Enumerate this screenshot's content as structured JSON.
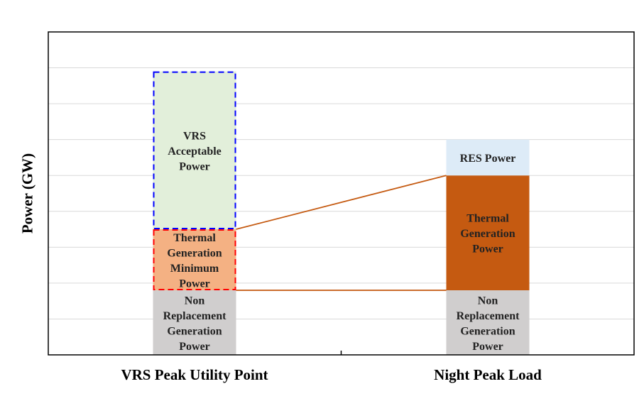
{
  "chart_data": {
    "type": "bar",
    "stacked": true,
    "title": "",
    "xlabel": "",
    "ylabel": "Power (GW)",
    "ylim": [
      0,
      9
    ],
    "grid": true,
    "y_tick_labels_shown": false,
    "categories": [
      "VRS Peak Utility Point",
      "Night Peak Load"
    ],
    "stacks": [
      {
        "category": "VRS Peak Utility Point",
        "segments": [
          {
            "label_lines": [
              "Non",
              "Replacement",
              "Generation",
              "Power"
            ],
            "bottom": 0,
            "top": 1.8,
            "fill": "#d0cece",
            "border": "none"
          },
          {
            "label_lines": [
              "Thermal",
              "Generation",
              "Minimum",
              "Power"
            ],
            "bottom": 1.8,
            "top": 3.5,
            "fill": "#f4b183",
            "border": "#ff0000",
            "border_style": "dashed"
          },
          {
            "label_lines": [
              "VRS",
              "Acceptable",
              "Power"
            ],
            "bottom": 3.5,
            "top": 7.9,
            "fill": "#e2efda",
            "border": "#0000ff",
            "border_style": "dashed"
          }
        ]
      },
      {
        "category": "Night Peak Load",
        "segments": [
          {
            "label_lines": [
              "Non",
              "Replacement",
              "Generation",
              "Power"
            ],
            "bottom": 0,
            "top": 1.8,
            "fill": "#d0cece",
            "border": "none"
          },
          {
            "label_lines": [
              "Thermal",
              "Generation",
              "Power"
            ],
            "bottom": 1.8,
            "top": 5.0,
            "fill": "#c55a11",
            "border": "none"
          },
          {
            "label_lines": [
              "RES Power"
            ],
            "bottom": 5.0,
            "top": 6.0,
            "fill": "#ddebf7",
            "border": "none"
          }
        ]
      }
    ],
    "connectors": [
      {
        "from": {
          "category": 0,
          "y": 3.5
        },
        "to": {
          "category": 1,
          "y": 5.0
        },
        "color": "#c55a11"
      },
      {
        "from": {
          "category": 0,
          "y": 1.8
        },
        "to": {
          "category": 1,
          "y": 1.8
        },
        "color": "#c55a11"
      }
    ],
    "gridline_color": "#d9d9d9"
  }
}
